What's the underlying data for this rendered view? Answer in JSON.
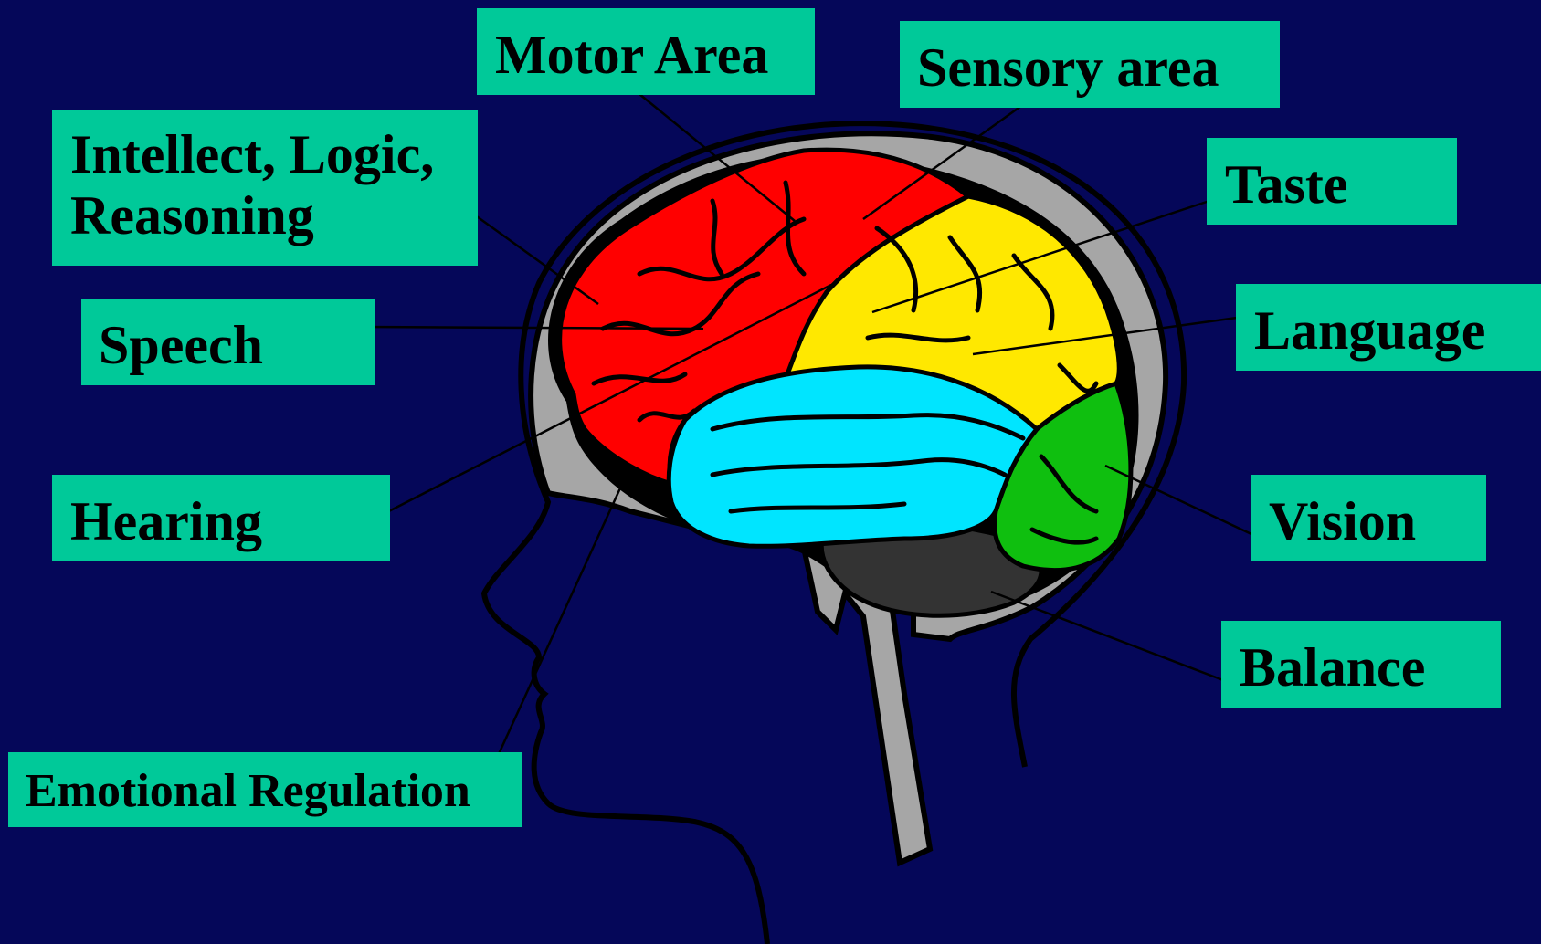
{
  "labels": {
    "motor": "Motor Area",
    "sensory": "Sensory area",
    "intellect_line1": "Intellect, Logic,",
    "intellect_line2": "Reasoning",
    "taste": "Taste",
    "speech": "Speech",
    "language": "Language",
    "hearing": "Hearing",
    "vision": "Vision",
    "balance": "Balance",
    "emotional": "Emotional Regulation"
  },
  "colors": {
    "background": "#050759",
    "label_box": "#00C999",
    "frontal_lobe": "#FF0000",
    "parietal_lobe": "#FFE800",
    "temporal_lobe": "#00E5FF",
    "occipital_lobe": "#0FBF0F",
    "cerebellum": "#333333",
    "skull": "#A6A6A6"
  }
}
